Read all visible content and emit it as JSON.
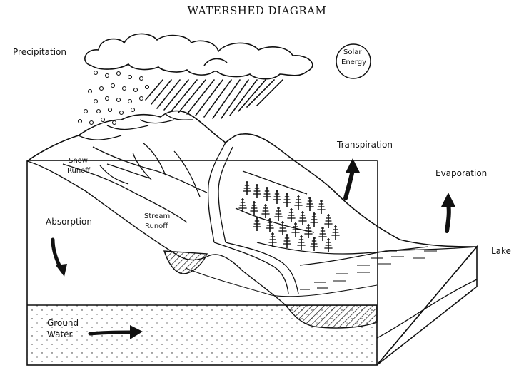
{
  "title": "WATERSHED DIAGRAM",
  "labels": {
    "precipitation": "Precipitation",
    "solar_energy_1": "Solar",
    "solar_energy_2": "Energy",
    "snow_runoff_1": "Snow",
    "snow_runoff_2": "Runoff",
    "stream_runoff_1": "Stream",
    "stream_runoff_2": "Runoff",
    "transpiration": "Transpiration",
    "evaporation": "Evaporation",
    "absorption": "Absorption",
    "lake": "Lake",
    "ground_water_1": "Ground",
    "ground_water_2": "Water"
  }
}
